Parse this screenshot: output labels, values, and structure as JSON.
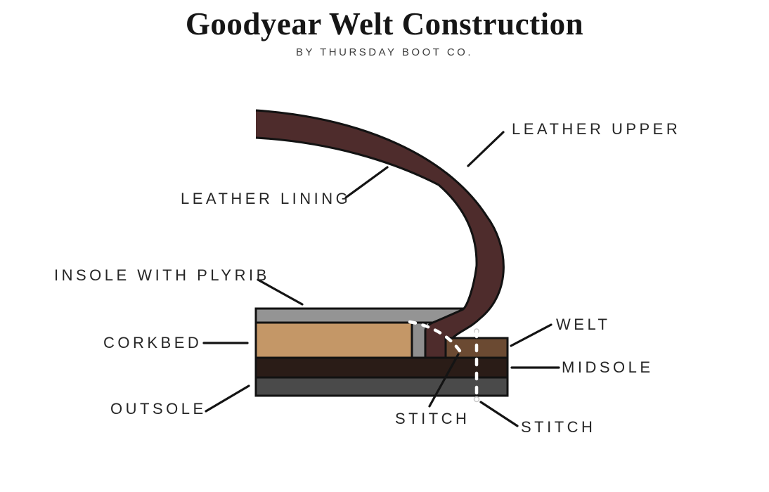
{
  "header": {
    "title": "Goodyear Welt Construction",
    "subtitle": "BY THURSDAY BOOT CO."
  },
  "labels": {
    "leather_upper": "LEATHER UPPER",
    "leather_lining": "LEATHER LINING",
    "insole": "INSOLE WITH PLYRIB",
    "corkbed": "CORKBED",
    "outsole": "OUTSOLE",
    "welt": "WELT",
    "midsole": "MIDSOLE",
    "stitch_welt": "STITCH",
    "stitch_outsole": "STITCH"
  },
  "colors": {
    "upper": "#4e2c2c",
    "insole": "#949494",
    "plyrib": "#8f8f8f",
    "corkbed": "#c49767",
    "welt": "#6b4a32",
    "midsole": "#2a1c17",
    "outsole": "#4a4a4a",
    "stitch": "#ffffff",
    "outline": "#121212"
  }
}
